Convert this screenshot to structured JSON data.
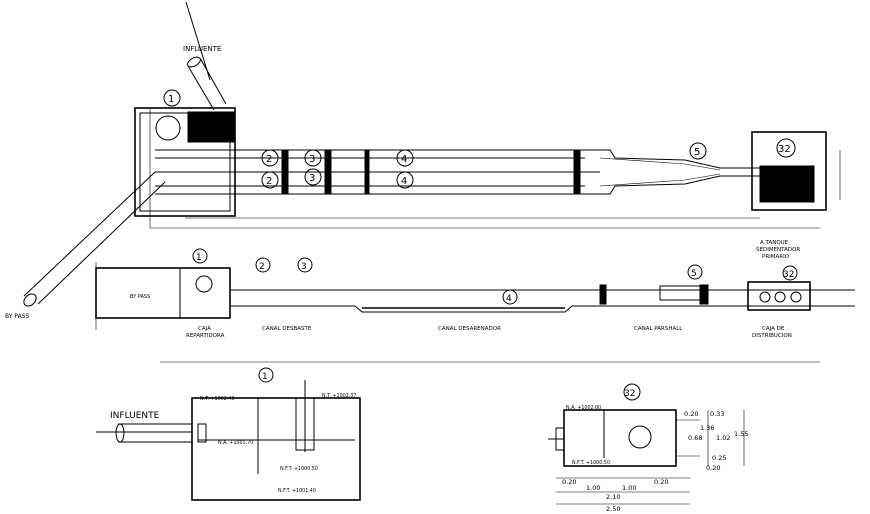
{
  "labels": {
    "influente_top": "INFLUENTE",
    "by_pass": "BY PASS",
    "by_pass_small": "BY PASS",
    "a_tanque": "A TANQUE",
    "sedimentador": "SEDIMENTADOR",
    "primario": "PRIMARIO",
    "caja_repartidora": "CAJA",
    "caja_repartidora_2": "REPARTIDORA",
    "canal_desbaste": "CANAL DESBASTE",
    "canal_desarenador": "CANAL DESARENADOR",
    "canal_parshall": "CANAL PARSHALL",
    "caja_distribucion": "CAJA DE",
    "caja_distribucion_2": "DISTRIBUCION",
    "influente_detail": "INFLUENTE",
    "detail1_level_1": "N.T. +1002.40",
    "detail1_level_2": "N.T. +1002.37",
    "detail1_level_3": "N.A. +1001.70",
    "detail1_level_4": "N.F.T. +1000.50",
    "detail1_level_5": "N.F.T. +1001.40",
    "detail2_level_1": "N.A. +1002.00",
    "detail2_level_2": "N.F.T. +1000.50"
  },
  "callouts": {
    "c1_top": "1",
    "c2_a": "2",
    "c2_b": "2",
    "c3_a": "3",
    "c3_b": "3",
    "c4_a": "4",
    "c4_b": "4",
    "c5_top": "5",
    "c32_top": "32",
    "c1_mid": "1",
    "c2_mid": "2",
    "c3_mid": "3",
    "c4_mid": "4",
    "c5_mid": "5",
    "c32_mid": "32",
    "c1_detail": "1",
    "c32_detail": "32"
  },
  "dimensions": {
    "d_020_a": "0.20",
    "d_020_b": "0.20",
    "d_020_c": "0.20",
    "d_020_d": "0.20",
    "d_100_a": "1.00",
    "d_100_b": "1.00",
    "d_210": "2.10",
    "d_250": "2.50",
    "d_033": "0.33",
    "d_136": "1.36",
    "d_068": "0.68",
    "d_102": "1.02",
    "d_155": "1.55",
    "d_025": "0.25"
  }
}
